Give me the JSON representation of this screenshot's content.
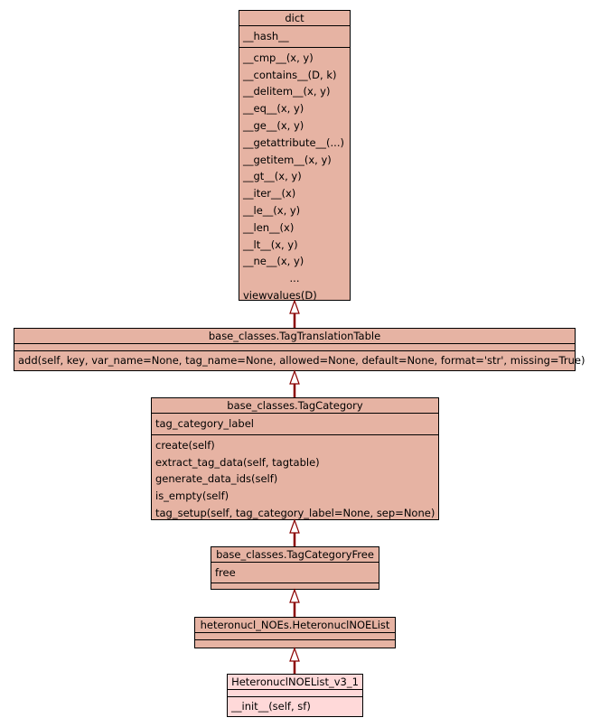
{
  "classes": {
    "dict": {
      "name": "dict",
      "attributes": [
        "__hash__"
      ],
      "methods": [
        "__cmp__(x, y)",
        "__contains__(D, k)",
        "__delitem__(x, y)",
        "__eq__(x, y)",
        "__ge__(x, y)",
        "__getattribute__(...)",
        "__getitem__(x, y)",
        "__gt__(x, y)",
        "__iter__(x)",
        "__le__(x, y)",
        "__len__(x)",
        "__lt__(x, y)",
        "__ne__(x, y)",
        "...",
        "viewvalues(D)"
      ]
    },
    "tag_translation_table": {
      "name": "base_classes.TagTranslationTable",
      "attributes": [],
      "methods": [
        "add(self, key, var_name=None, tag_name=None, allowed=None, default=None, format='str', missing=True)"
      ]
    },
    "tag_category": {
      "name": "base_classes.TagCategory",
      "attributes": [
        "tag_category_label"
      ],
      "methods": [
        "create(self)",
        "extract_tag_data(self, tagtable)",
        "generate_data_ids(self)",
        "is_empty(self)",
        "tag_setup(self, tag_category_label=None, sep=None)"
      ]
    },
    "tag_category_free": {
      "name": "base_classes.TagCategoryFree",
      "attributes": [
        "free"
      ],
      "methods": []
    },
    "heteronucl_noe_list": {
      "name": "heteronucl_NOEs.HeteronuclNOEList",
      "attributes": [],
      "methods": []
    },
    "heteronucl_noe_list_v3_1": {
      "name": "HeteronuclNOEList_v3_1",
      "attributes": [],
      "methods": [
        "__init__(self, sf)"
      ]
    }
  },
  "colors": {
    "class_fill": "#e6b3a3",
    "leaf_fill": "#ffd9d9",
    "inheritance_line": "#8b0000"
  }
}
